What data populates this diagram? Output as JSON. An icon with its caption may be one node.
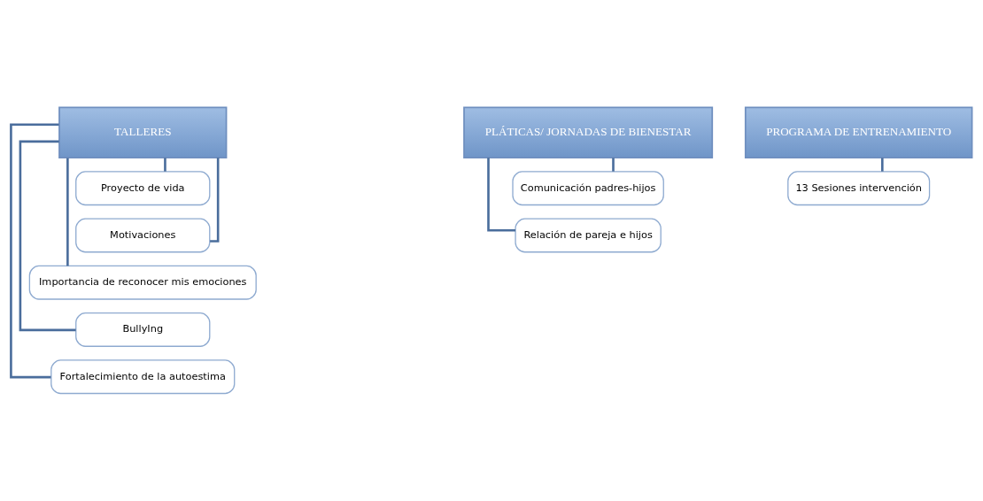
{
  "diagram": {
    "nodes": [
      {
        "text": [
          "TALLERES"
        ]
      },
      {
        "text": [
          "Proyecto de vida"
        ]
      },
      {
        "text": [
          "Motivaciones"
        ]
      },
      {
        "text": [
          "Importancia de reconocer mis emociones"
        ]
      },
      {
        "text": [
          "BullyIng"
        ]
      },
      {
        "text": [
          "Fortalecimiento de la autoestima"
        ]
      },
      {
        "text": [
          "PLÁTICAS/ JORNADAS DE BIENESTAR"
        ]
      },
      {
        "text": [
          "Comunicación padres-hijos"
        ]
      },
      {
        "text": [
          "Relación de pareja e hijos"
        ]
      },
      {
        "text": [
          "PROGRAMA DE ENTRENAMIENTO"
        ]
      },
      {
        "text": [
          "13 Sesiones intervención"
        ]
      }
    ],
    "edges": [
      {
        "from": 0,
        "to": 1,
        "arrow": "none"
      },
      {
        "from": 0,
        "to": 2,
        "arrow": "none"
      },
      {
        "from": 0,
        "to": 3,
        "arrow": "none"
      },
      {
        "from": 0,
        "to": 4,
        "arrow": "none"
      },
      {
        "from": 0,
        "to": 5,
        "arrow": "none"
      },
      {
        "from": 6,
        "to": 7,
        "arrow": "none"
      },
      {
        "from": 6,
        "to": 8,
        "arrow": "none"
      },
      {
        "from": 9,
        "to": 10,
        "arrow": "none"
      }
    ]
  }
}
